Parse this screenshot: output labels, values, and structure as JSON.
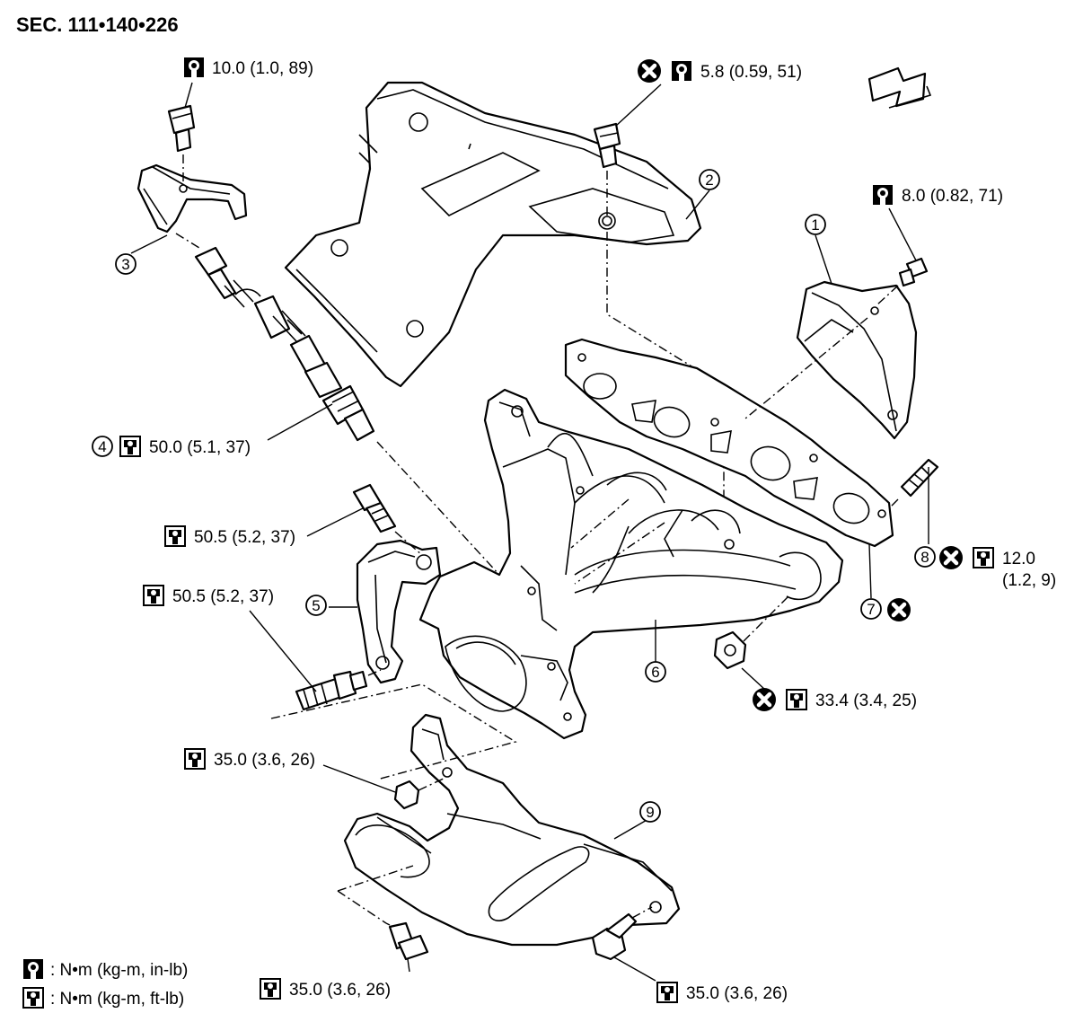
{
  "section_code": "SEC. 111•140•226",
  "torque_labels": {
    "t_bracket_bolt": "10.0 (1.0, 89)",
    "t_insulator_bolt": "5.8 (0.59, 51)",
    "t_cover_bolt": "8.0 (0.82, 71)",
    "t_sensor": "50.0 (5.1, 37)",
    "t_stay_bolt_upper": "50.5 (5.2, 37)",
    "t_stay_bolt_lower": "50.5 (5.2, 37)",
    "t_stud_line1": "12.0",
    "t_stud_line2": "(1.2, 9)",
    "t_manifold_nut": "33.4 (3.4, 25)",
    "t_stay_nut": "35.0 (3.6, 26)",
    "t_lower_bolt_left": "35.0 (3.6, 26)",
    "t_lower_bolt_right": "35.0 (3.6, 26)"
  },
  "part_numbers": {
    "p1": "1",
    "p2": "2",
    "p3": "3",
    "p4": "4",
    "p5": "5",
    "p6": "6",
    "p7": "7",
    "p8": "8",
    "p9": "9"
  },
  "legend": {
    "in_lb": ": N•m (kg-m, in-lb)",
    "ft_lb": ": N•m (kg-m, ft-lb)"
  },
  "icons": {
    "torque_in_lb": "torque-wrench-filled-icon",
    "torque_ft_lb": "torque-wrench-outline-icon",
    "replace": "do-not-reuse-icon",
    "direction": "engine-front-arrow-icon"
  }
}
